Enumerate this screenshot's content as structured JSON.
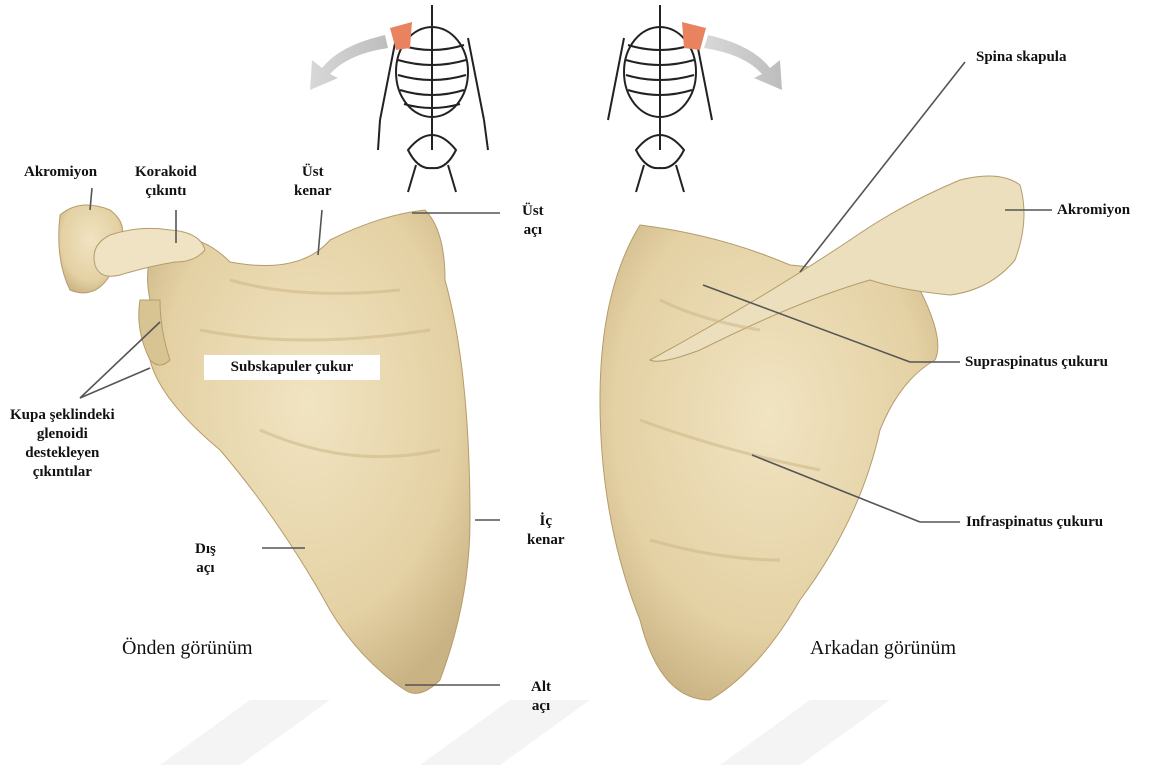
{
  "labels": {
    "akromiyon_left": "Akromiyon",
    "korakoid": [
      "Korakoid",
      "çıkıntı"
    ],
    "ust_kenar": [
      "Üst",
      "kenar"
    ],
    "ust_aci": [
      "Üst",
      "açı"
    ],
    "subskapuler": "Subskapuler çukur",
    "kupa": [
      "Kupa şeklindeki",
      "glenoidi",
      "destekleyen",
      "çıkıntılar"
    ],
    "ic_kenar": [
      "İç",
      "kenar"
    ],
    "dis_aci": [
      "Dış",
      "açı"
    ],
    "alt_aci": [
      "Alt",
      "açı"
    ],
    "spina": "Spina skapula",
    "akromiyon_right": "Akromiyon",
    "supraspinatus": "Supraspinatus çukuru",
    "infraspinatus": "Infraspinatus çukuru"
  },
  "captions": {
    "front": "Önden görünüm",
    "back": "Arkadan görünüm"
  },
  "colors": {
    "bone": "#e9d9b3",
    "bone_shadow": "#c9b283",
    "highlight": "#e9825f",
    "leader": "#555555"
  }
}
